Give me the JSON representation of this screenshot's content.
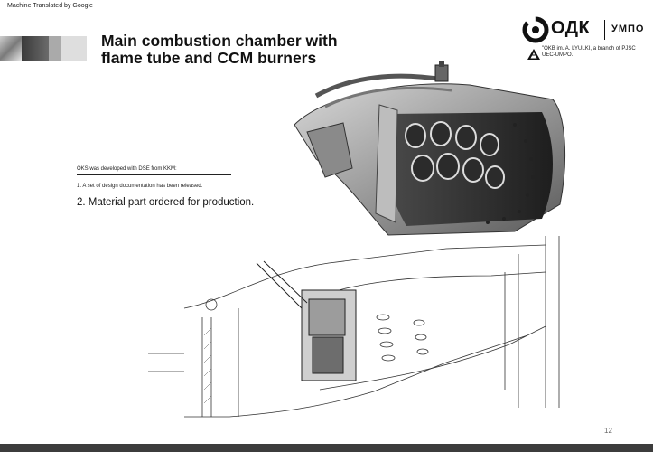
{
  "header": {
    "machine_note": "Machine Translated by Google",
    "title": "Main combustion chamber with flame tube and CCM burners"
  },
  "logo": {
    "brand": "ОДК",
    "division": "УМПО",
    "caption": "\"OKB im. A. LYULKI, a branch of PJSC UEC-UMPO."
  },
  "content": {
    "note": "OKS was developed with DSE from KKM:",
    "item1": "1. A set of design documentation has been released.",
    "item2": "2. Material part ordered for production."
  },
  "figures": {
    "render_icon": "combustor-3d-render",
    "drawing_icon": "combustor-section-drawing"
  },
  "footer": {
    "page_number": "12"
  },
  "colors": {
    "footer_bar": "#3c3c3c",
    "title_text": "#111111"
  }
}
